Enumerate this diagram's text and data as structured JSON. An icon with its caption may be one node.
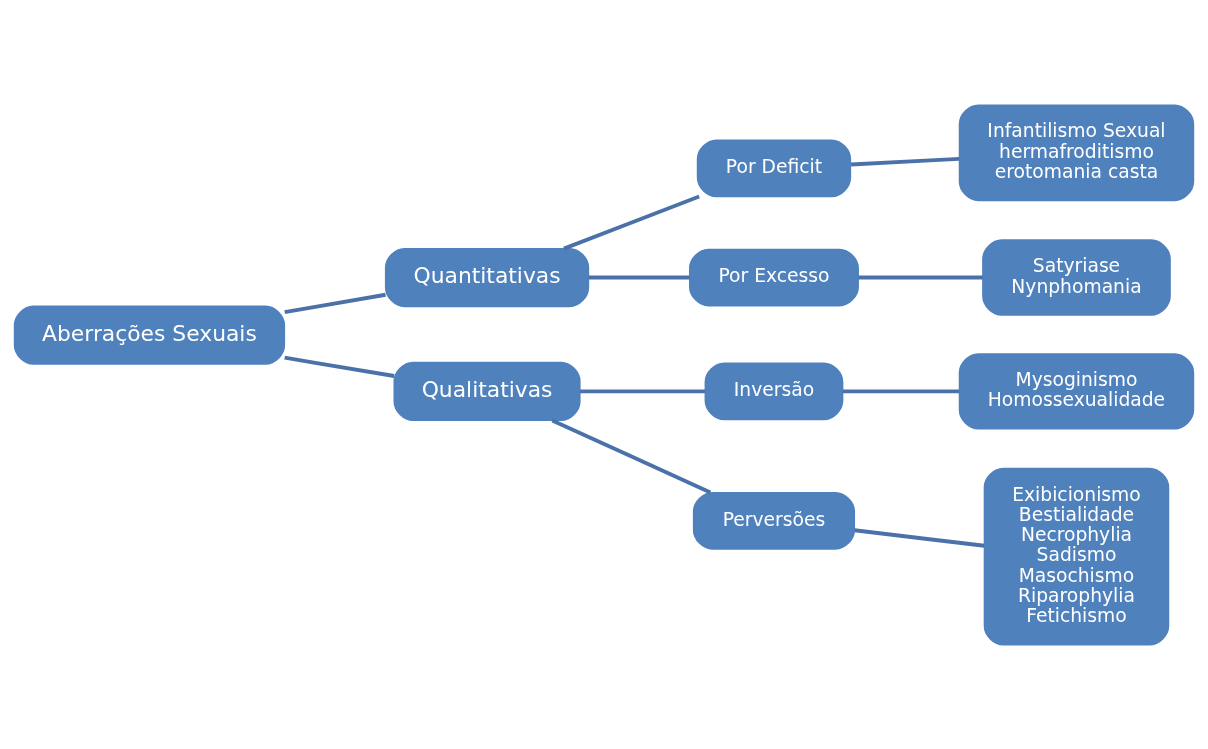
{
  "diagram": {
    "nodes": [
      {
        "text": [
          "Aberrações Sexuais"
        ]
      },
      {
        "text": [
          "Quantitativas"
        ]
      },
      {
        "text": [
          "Qualitativas"
        ]
      },
      {
        "text": [
          "Por Deficit"
        ]
      },
      {
        "text": [
          "Por Excesso"
        ]
      },
      {
        "text": [
          "Inversão"
        ]
      },
      {
        "text": [
          "Perversões"
        ]
      },
      {
        "text": [
          "Infantilismo Sexual",
          "hermafroditismo",
          "erotomania casta"
        ]
      },
      {
        "text": [
          "Satyriase",
          "Nynphomania"
        ]
      },
      {
        "text": [
          "Mysoginismo",
          "Homossexualidade"
        ]
      },
      {
        "text": [
          "Exibicionismo",
          "Bestialidade",
          "Necrophylia",
          "Sadismo",
          "Masochismo",
          "Riparophylia",
          "Fetichismo"
        ]
      }
    ],
    "edges": [
      {
        "from": 0,
        "to": 1,
        "arrow": "none"
      },
      {
        "from": 0,
        "to": 2,
        "arrow": "none"
      },
      {
        "from": 1,
        "to": 3,
        "arrow": "none"
      },
      {
        "from": 1,
        "to": 4,
        "arrow": "none"
      },
      {
        "from": 2,
        "to": 5,
        "arrow": "none"
      },
      {
        "from": 2,
        "to": 6,
        "arrow": "none"
      },
      {
        "from": 3,
        "to": 7,
        "arrow": "none"
      },
      {
        "from": 4,
        "to": 8,
        "arrow": "none"
      },
      {
        "from": 5,
        "to": 9,
        "arrow": "none"
      },
      {
        "from": 6,
        "to": 10,
        "arrow": "none"
      }
    ]
  }
}
